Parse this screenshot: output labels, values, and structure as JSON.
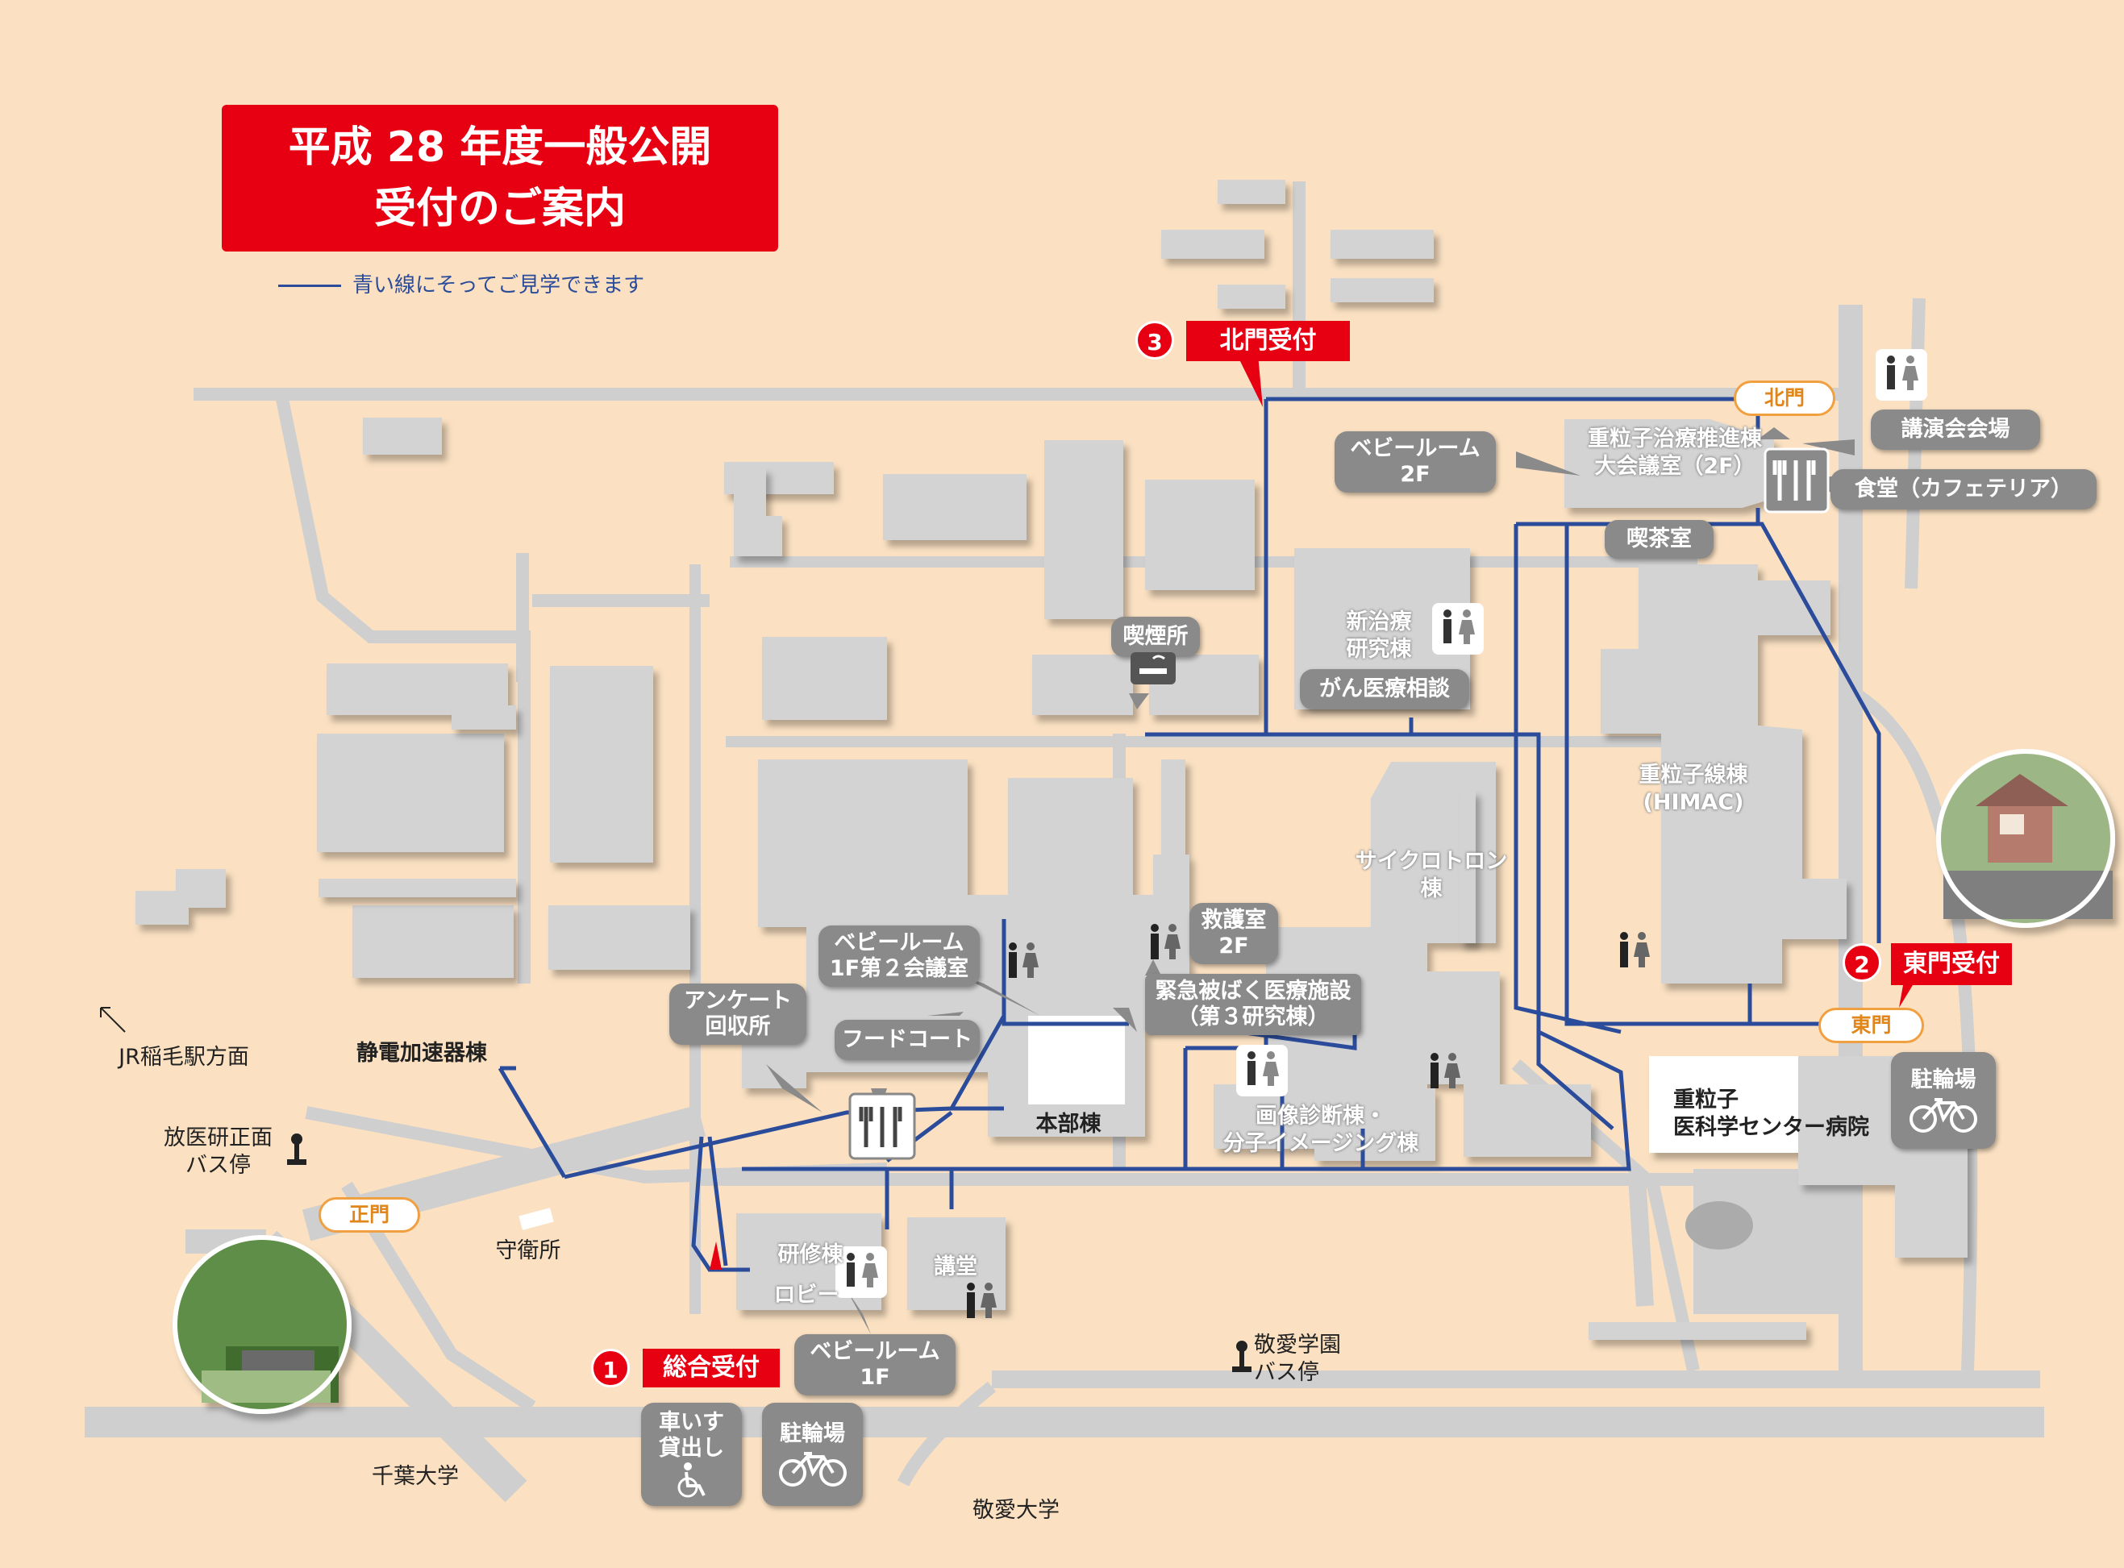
{
  "title": {
    "line1": "平成 28 年度一般公開",
    "line2": "受付のご案内"
  },
  "legend": {
    "text": "青い線にそってご見学できます"
  },
  "receptions": [
    {
      "num": "1",
      "label": "総合受付"
    },
    {
      "num": "2",
      "label": "東門受付"
    },
    {
      "num": "3",
      "label": "北門受付"
    }
  ],
  "gates": {
    "main": "正門",
    "north": "北門",
    "east": "東門"
  },
  "tags": {
    "baby_room_2f": "ベビールーム\n2F",
    "baby_room_1f_conf": "ベビールーム\n1F第２会議室",
    "baby_room_1f": "ベビールーム\n1F",
    "survey": "アンケート\n回収所",
    "food_court": "フードコート",
    "first_aid": "救護室\n2F",
    "emergency": "緊急被ばく医療施設\n（第３研究棟）",
    "smoking": "喫煙所",
    "cancer_consult": "がん医療相談",
    "lecture_hall": "講演会会場",
    "cafeteria": "食堂（カフェテリア）",
    "tea_room": "喫茶室",
    "static_accel": "静電加速器棟",
    "wheelchair": "車いす\n貸出し",
    "bicycle_south": "駐輪場",
    "bicycle_east": "駐輪場"
  },
  "buildings": {
    "heavy_ion_promo": "重粒子治療推進棟\n大会議室（2F）",
    "new_therapy": "新治療\n研究棟",
    "himac": "重粒子線棟\n(HIMAC)",
    "cyclotron": "サイクロトロン\n棟",
    "main_building": "本部棟",
    "imaging": "画像診断棟・\n分子イメージング棟",
    "training": "研修棟",
    "lobby": "ロビー",
    "auditorium": "講堂",
    "hospital": "重粒子\n医科学センター病院",
    "guard": "守衛所"
  },
  "places": {
    "jr_station": "JR稲毛駅方面",
    "bus_stop_main": "放医研正面\nバス停",
    "bus_stop_keiai": "敬愛学園\nバス停",
    "chiba_univ": "千葉大学",
    "keiai_univ": "敬愛大学"
  },
  "colors": {
    "route": "#2b4c9b",
    "road": "#cfcfcf",
    "building": "#d3d3d3",
    "accent": "#e60012",
    "background": "#fbe1c2"
  }
}
